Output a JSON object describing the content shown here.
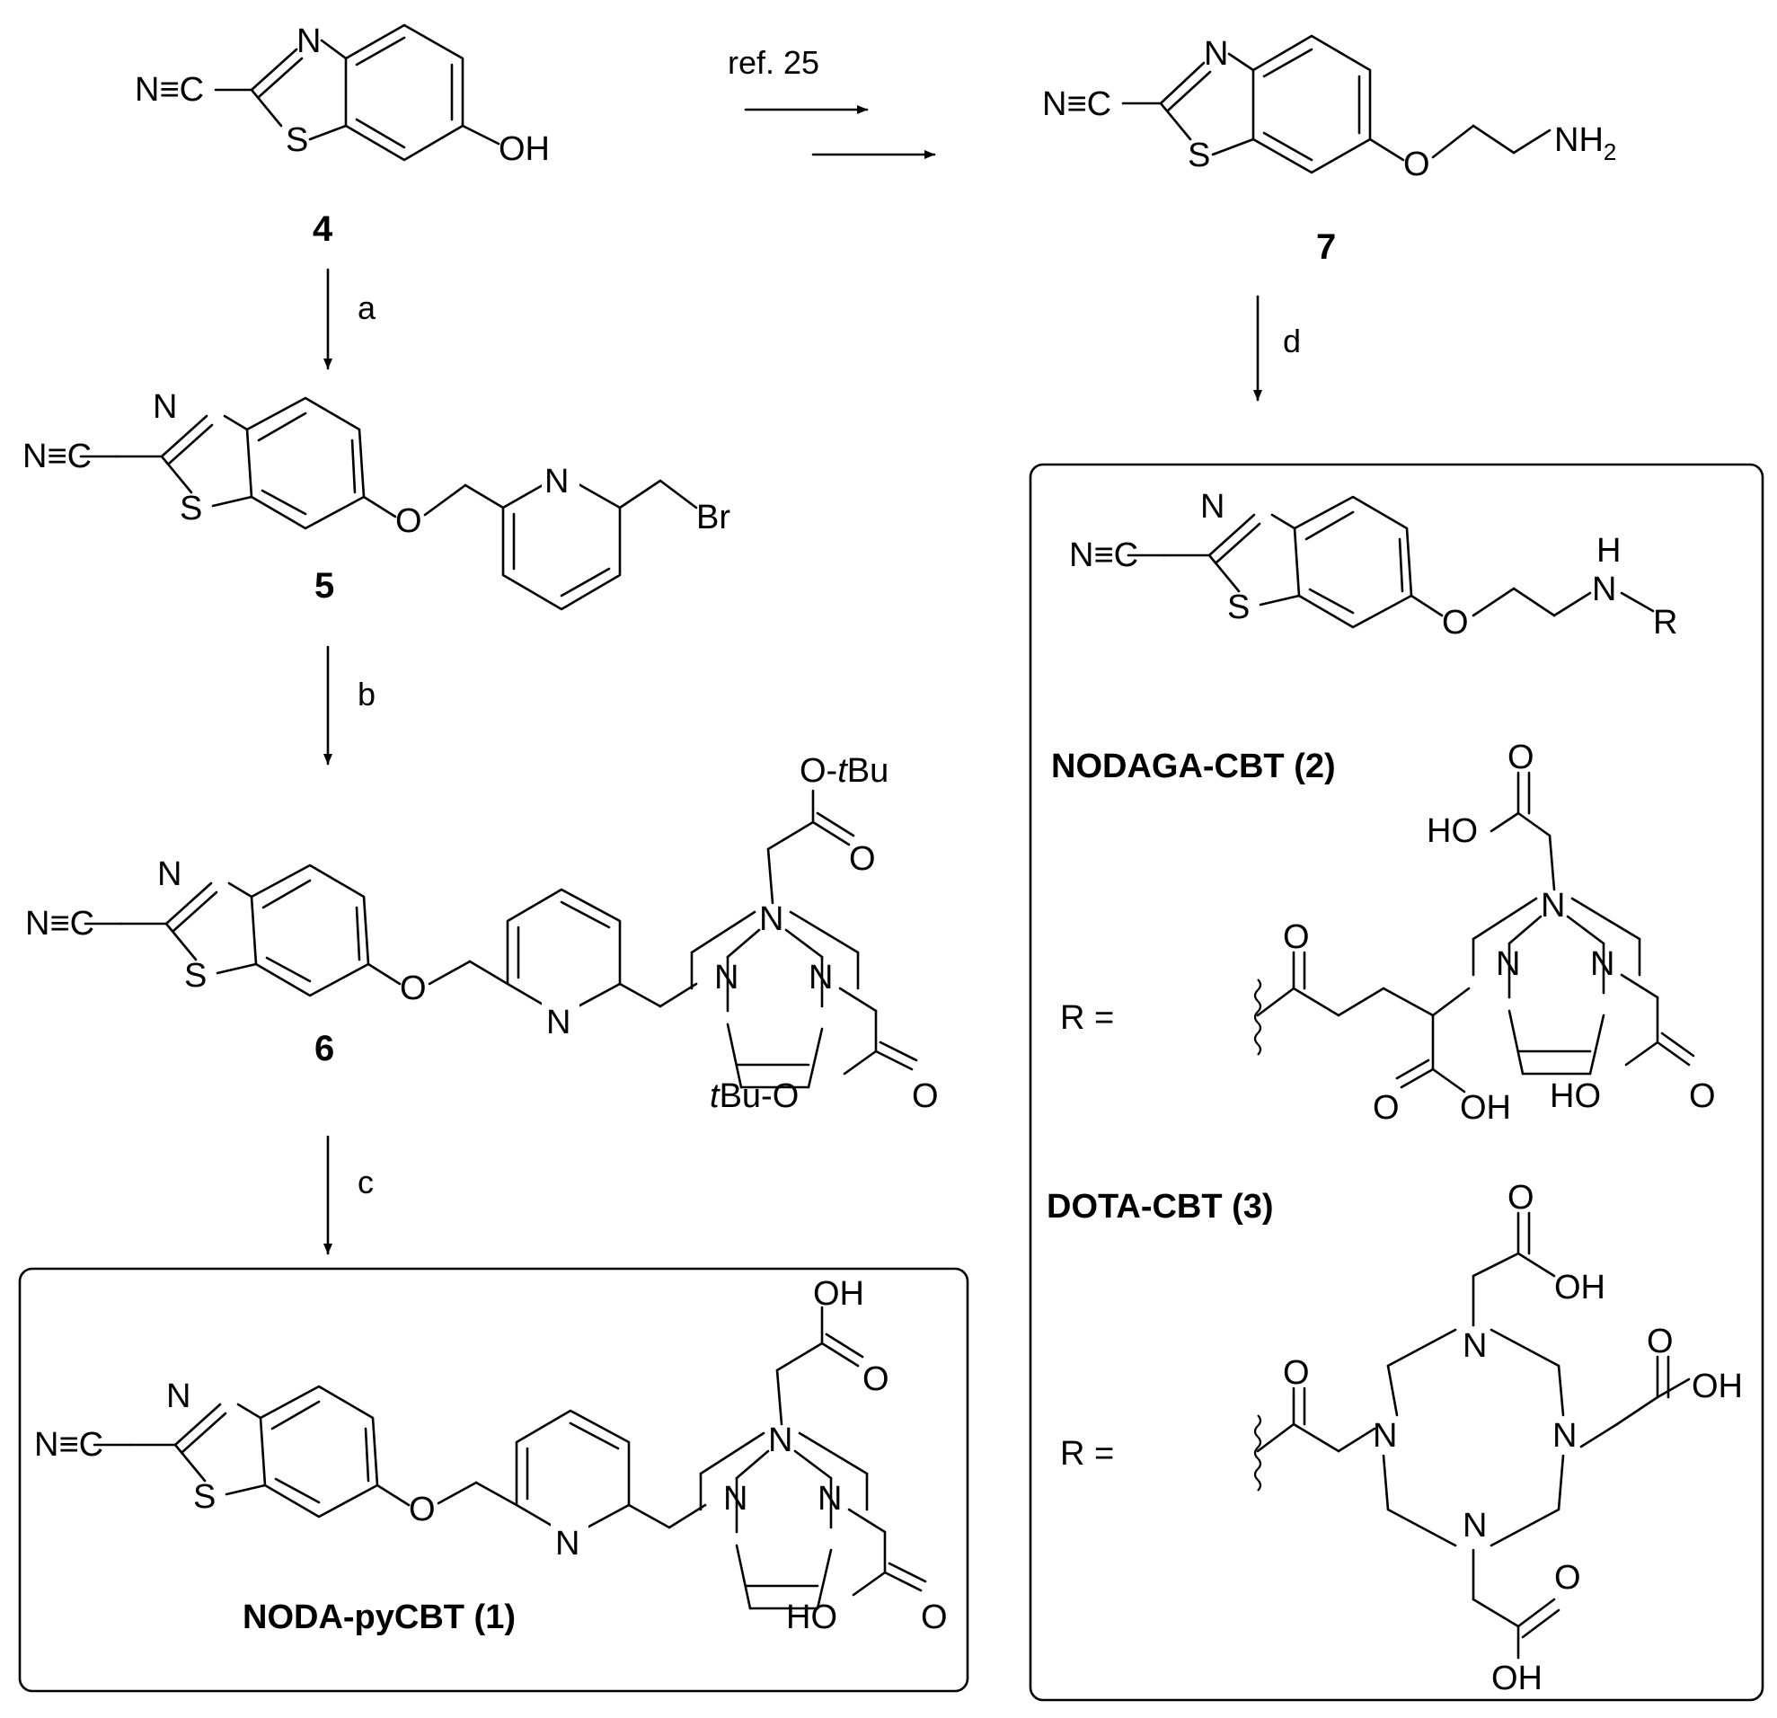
{
  "scheme": {
    "reagents": {
      "ref": "ref. 25",
      "a": "a",
      "b": "b",
      "c": "c",
      "d": "d"
    },
    "compounds": {
      "c4": "4",
      "c5": "5",
      "c6": "6",
      "c7": "7"
    },
    "names": {
      "noda": "NODA-pyCBT (1)",
      "nodaga": "NODAGA-CBT (2)",
      "dota": "DOTA-CBT (3)"
    },
    "labels": {
      "nc": "N≡C",
      "n": "N",
      "s": "S",
      "o": "O",
      "oh": "OH",
      "ho": "HO",
      "h": "H",
      "br": "Br",
      "nh2_base": "NH",
      "nh2_sub": "2",
      "r": "R",
      "r_eq": "R =",
      "otbu_prefix": "O-",
      "tbu_italic": "t",
      "bu": "Bu",
      "tbuo_suffix": "Bu-O"
    }
  }
}
